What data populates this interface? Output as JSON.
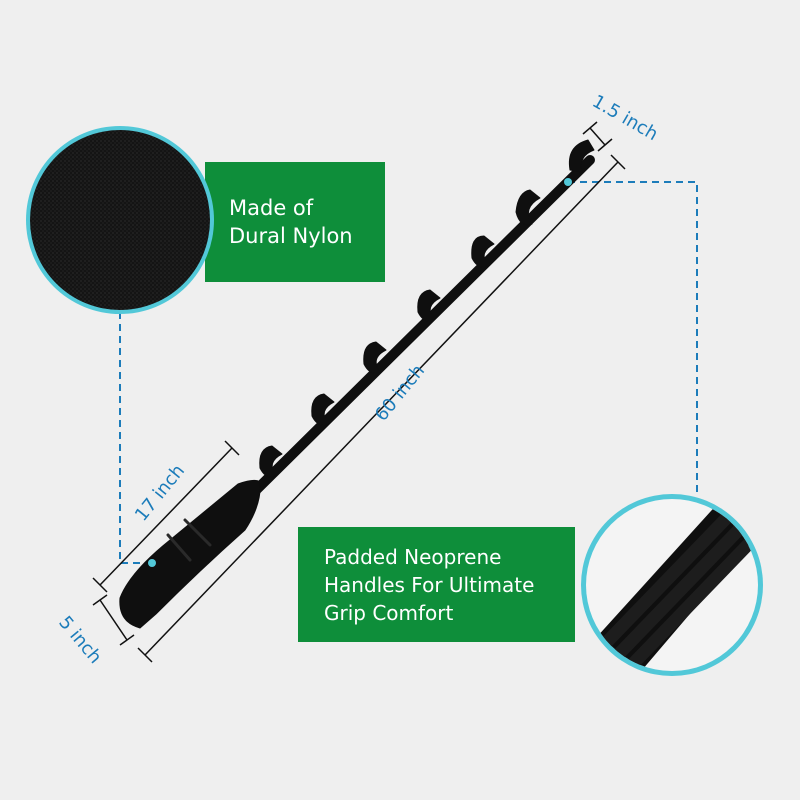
{
  "colors": {
    "background": "#efefef",
    "callout_green": "#0e8e3a",
    "accent_blue": "#1c7cba",
    "circle_ring": "#52c8d8",
    "strap_black": "#0f0f0f"
  },
  "callouts": {
    "material": {
      "line1": "Made of",
      "line2": "Dural Nylon"
    },
    "handles": {
      "line1": "Padded Neoprene",
      "line2": "Handles For Ultimate",
      "line3": "Grip Comfort"
    }
  },
  "dimensions": {
    "total_length": "60 inch",
    "handle_length": "17 inch",
    "handle_width": "5 inch",
    "strap_width": "1.5 inch"
  },
  "icons": {
    "nylon_detail": "fabric-texture-magnifier",
    "neoprene_detail": "stitched-handle-magnifier",
    "product": "stretching-strap"
  }
}
